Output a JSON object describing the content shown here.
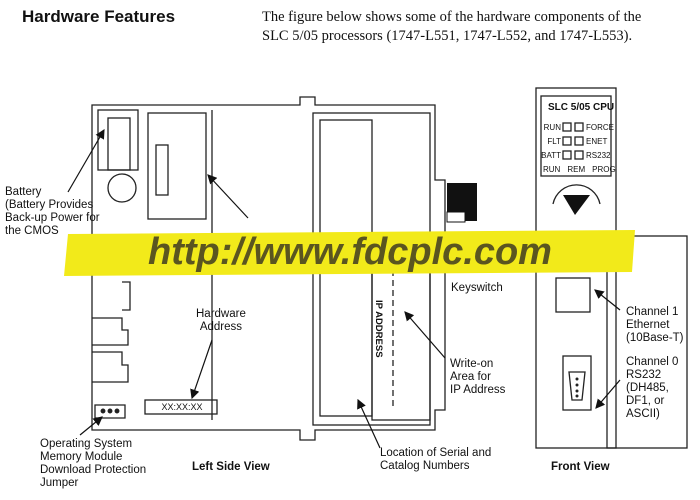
{
  "header": {
    "title": "Hardware Features",
    "intro_line1": "The figure below shows some of the hardware components of the",
    "intro_line2": "SLC 5/05 processors (1747-L551, 1747-L552, and 1747-L553)."
  },
  "left_view": {
    "caption": "Left Side View",
    "battery_label": [
      "Battery",
      "(Battery Provides",
      "Back-up Power for",
      "the CMOS"
    ],
    "hardware_address_label": [
      "Hardware",
      "Address"
    ],
    "hardware_address_value": "XX:XX:XX",
    "ip_address_text": "IP ADDRESS",
    "write_on_label": [
      "Write-on",
      "Area for",
      "IP Address"
    ],
    "serial_label": [
      "Location of Serial and",
      "Catalog Numbers"
    ],
    "os_jumper_label": [
      "Operating System",
      "Memory Module",
      "Download Protection",
      "Jumper"
    ],
    "keyswitch_label": "Keyswitch"
  },
  "front_view": {
    "caption": "Front View",
    "cpu_title": "SLC 5/05 CPU",
    "leds_left": [
      "RUN",
      "FLT",
      "BATT"
    ],
    "leds_right": [
      "FORCE",
      "ENET",
      "RS232"
    ],
    "key_positions": [
      "RUN",
      "REM",
      "PROG"
    ],
    "channel1_label": [
      "Channel 1",
      "Ethernet",
      "(10Base-T)"
    ],
    "channel0_label": [
      "Channel 0",
      "RS232",
      "(DH485,",
      "DF1, or",
      "ASCII)"
    ]
  },
  "watermark": {
    "text": "http://www.fdcplc.com",
    "text_color": "#5a5520",
    "highlight_color": "#f2ea1a"
  }
}
